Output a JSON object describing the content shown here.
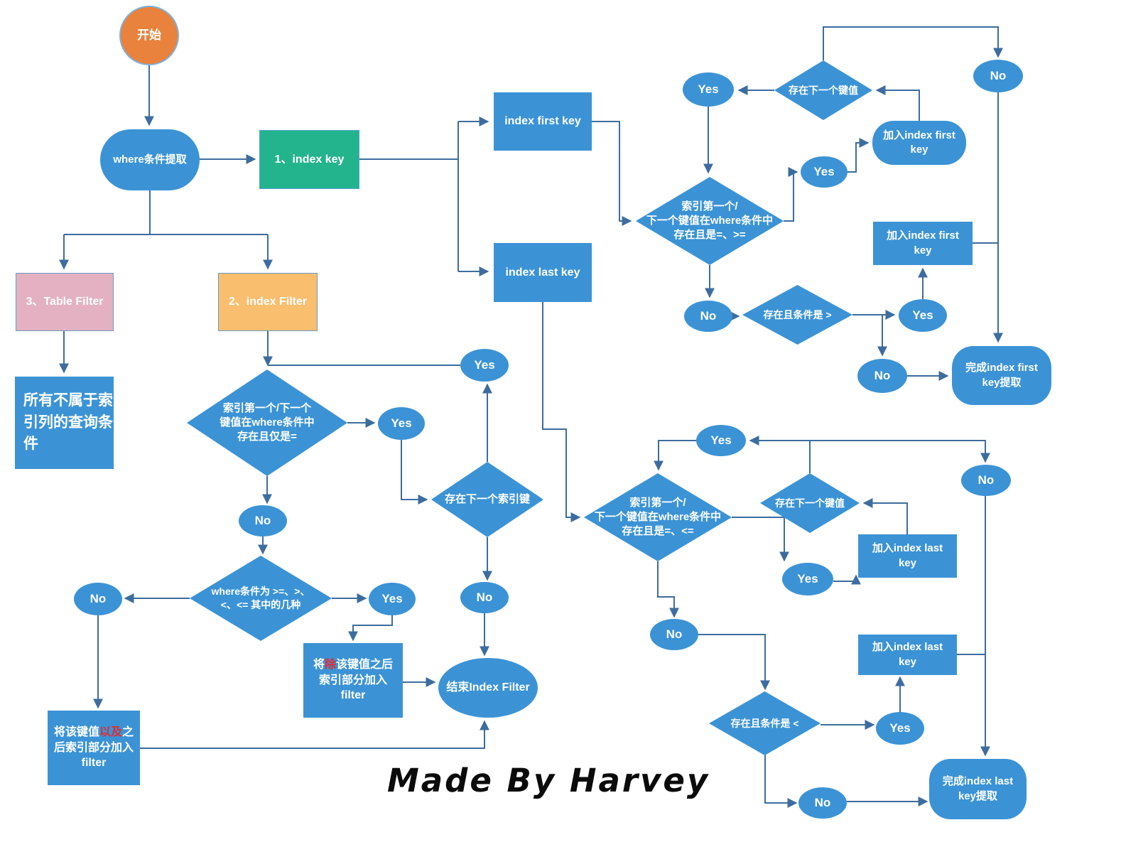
{
  "signature": "Made By Harvey",
  "colors": {
    "node_blue": "#3B93D5",
    "connector": "#3D6D9E",
    "step_green": "#23B48D",
    "step_pink": "#E3B1C1",
    "step_orange": "#F9BE6E",
    "start_orange": "#E8823D",
    "highlight_red": "#E8282C",
    "node_text": "#FFFFFF"
  },
  "labels": {
    "yes": "Yes",
    "no": "No"
  },
  "nodes": {
    "start": "开始",
    "where_extract": "where条件提取",
    "index_key": "1、index key",
    "table_filter": "3、Table Filter",
    "index_filter": "2、index Filter",
    "non_index_conditions": "所有不属于索\n引列的查询条\n件",
    "index_first_key": "index first key",
    "index_last_key": "index last key",
    "first_cond": "索引第一个/\n下一个键值在where条件中\n存在且是=、>=",
    "first_exists_next": "存在下一个键值",
    "add_first_key_1": "加入index first\nkey",
    "add_first_key_2": "加入index first\nkey",
    "first_cond_gt": "存在且条件是 >",
    "done_first": "完成index first\nkey提取",
    "filter_cond": "索引第一个/下一个\n键值在where条件中\n存在且仅是=",
    "exists_next_index_key": "存在下一个索引键",
    "where_ops": "where条件为 >=、>、\n<、<= 其中的几种",
    "end_index_filter": "结束Index Filter",
    "filter_add_rest": {
      "pre": "将",
      "red": "除",
      "post": "该键值之后\n索引部分加入\nfilter"
    },
    "filter_add_key": {
      "pre": "将该键值",
      "red": "以及",
      "post": "之\n后索引部分加入\nfilter"
    },
    "last_cond": "索引第一个/\n下一个键值在where条件中\n存在且是=、<=",
    "last_exists_next": "存在下一个键值",
    "add_last_key_1": "加入index last\nkey",
    "add_last_key_2": "加入index last\nkey",
    "last_cond_lt": "存在且条件是 <",
    "done_last": "完成index last\nkey提取"
  }
}
